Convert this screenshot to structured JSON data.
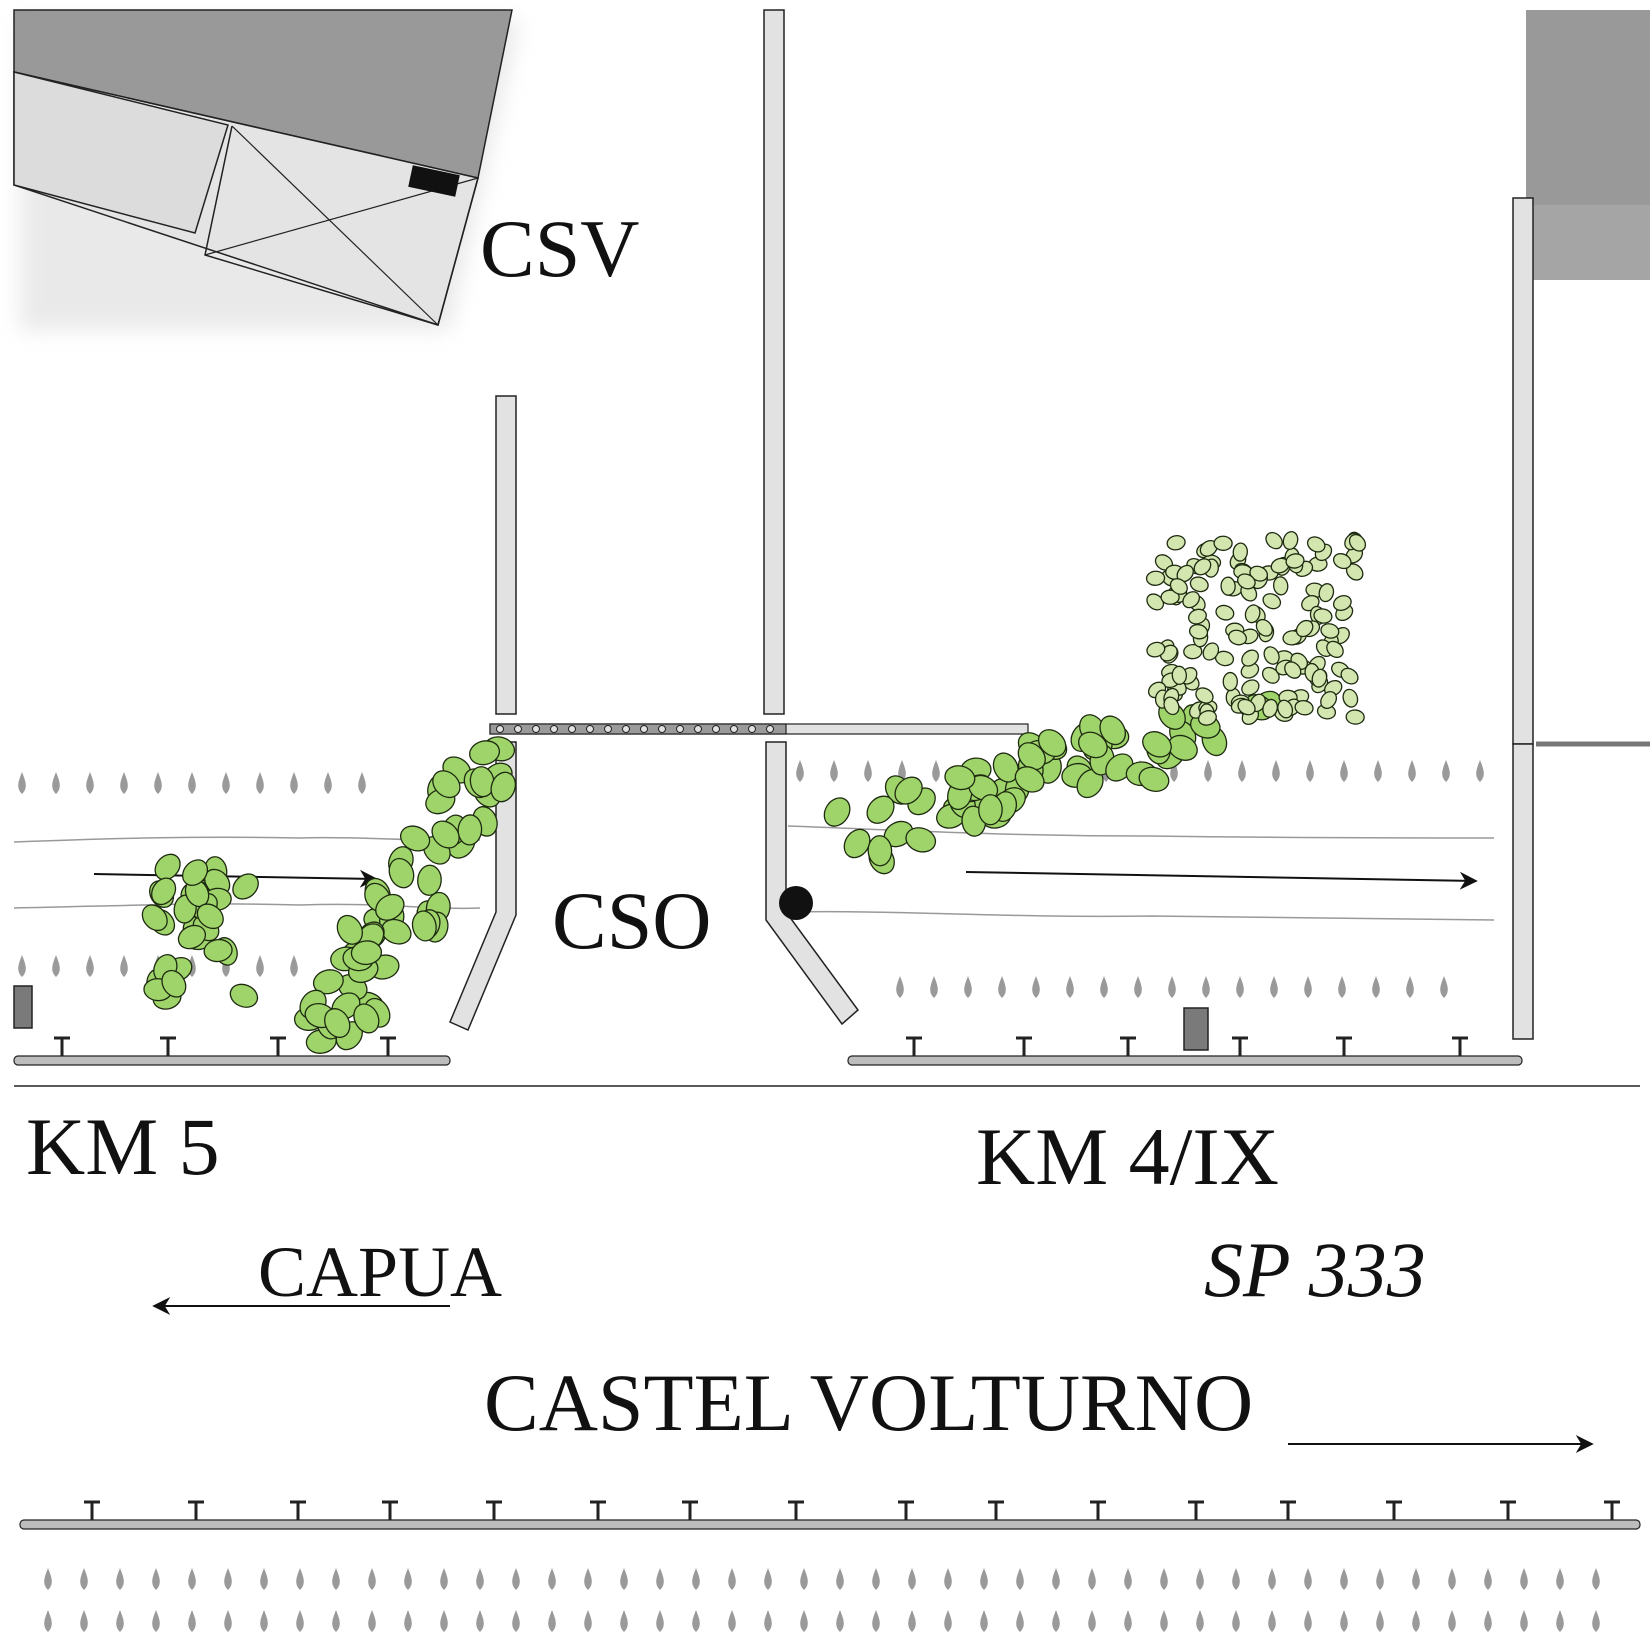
{
  "labels": {
    "csv": "CSV",
    "cso": "CSO",
    "km5": "KM 5",
    "km4": "KM 4/IX",
    "capua": "CAPUA",
    "sp": "SP 333",
    "castel": "CASTEL VOLTURNO"
  },
  "colors": {
    "building": "#999999",
    "wall": "#e2e2e2",
    "outline": "#222222",
    "leaf": "#9ed46a",
    "leaf_light": "#d3e6b0",
    "rain": "#9a9a9a",
    "rail": "#bdbdbd",
    "meter": "#7a7a7a"
  }
}
